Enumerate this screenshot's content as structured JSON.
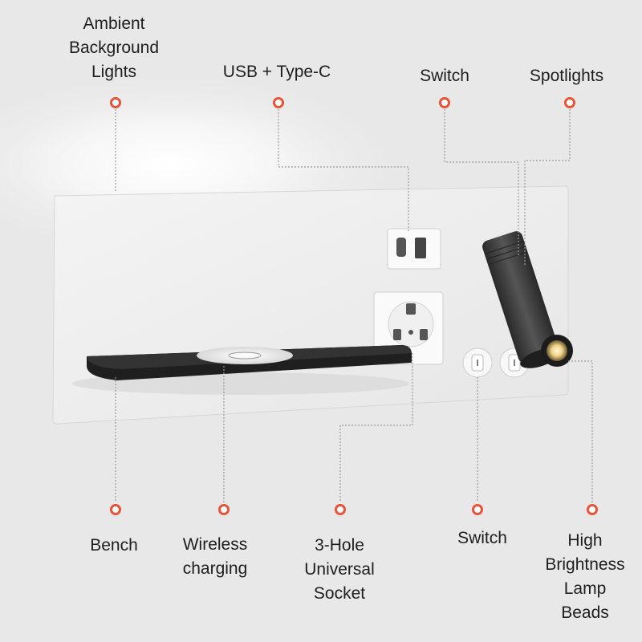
{
  "labels": {
    "ambient": [
      "Ambient",
      "Background",
      "Lights"
    ],
    "usb": [
      "USB + Type-C"
    ],
    "switch_top": [
      "Switch"
    ],
    "spotlights": [
      "Spotlights"
    ],
    "bench": [
      "Bench"
    ],
    "wireless": [
      "Wireless",
      "charging"
    ],
    "socket": [
      "3-Hole",
      "Universal",
      "Socket"
    ],
    "switch_bottom": [
      "Switch"
    ],
    "beads": [
      "High",
      "Brightness",
      "Lamp",
      "Beads"
    ]
  },
  "colors": {
    "accent": "#e8533a",
    "panel": "#eeeeee",
    "shelf": "#2b2b2b",
    "spotlight": "#3a3a3a"
  }
}
